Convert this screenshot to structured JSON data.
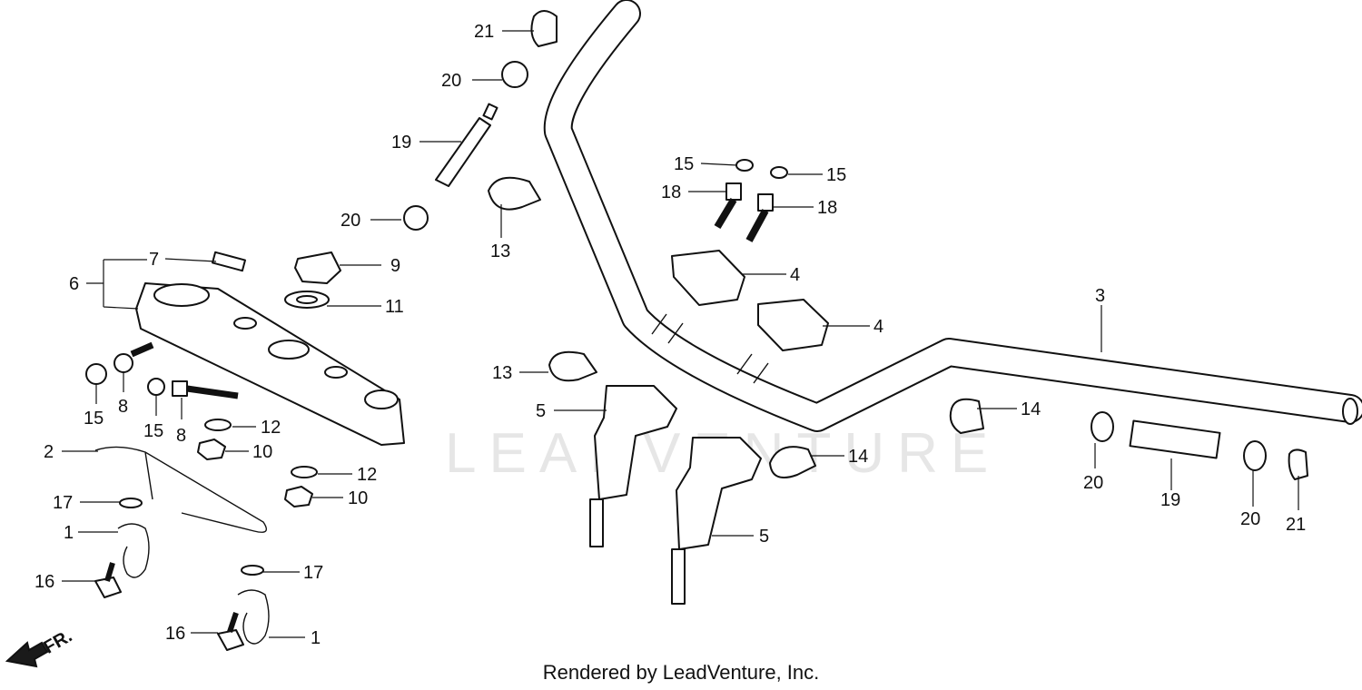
{
  "watermark": "LEADVENTURE",
  "caption": "Rendered by LeadVenture, Inc.",
  "direction_marker": "FR.",
  "callouts": {
    "c1a": "1",
    "c1b": "1",
    "c2": "2",
    "c3": "3",
    "c4a": "4",
    "c4b": "4",
    "c5a": "5",
    "c5b": "5",
    "c6": "6",
    "c7": "7",
    "c8a": "8",
    "c8b": "8",
    "c9": "9",
    "c10a": "10",
    "c10b": "10",
    "c11": "11",
    "c12a": "12",
    "c12b": "12",
    "c13a": "13",
    "c13b": "13",
    "c14a": "14",
    "c14b": "14",
    "c15a": "15",
    "c15b": "15",
    "c15c": "15",
    "c15d": "15",
    "c16a": "16",
    "c16b": "16",
    "c17a": "17",
    "c17b": "17",
    "c18a": "18",
    "c18b": "18",
    "c19a": "19",
    "c19b": "19",
    "c20a": "20",
    "c20b": "20",
    "c20c": "20",
    "c20d": "20",
    "c21a": "21",
    "c21b": "21"
  }
}
